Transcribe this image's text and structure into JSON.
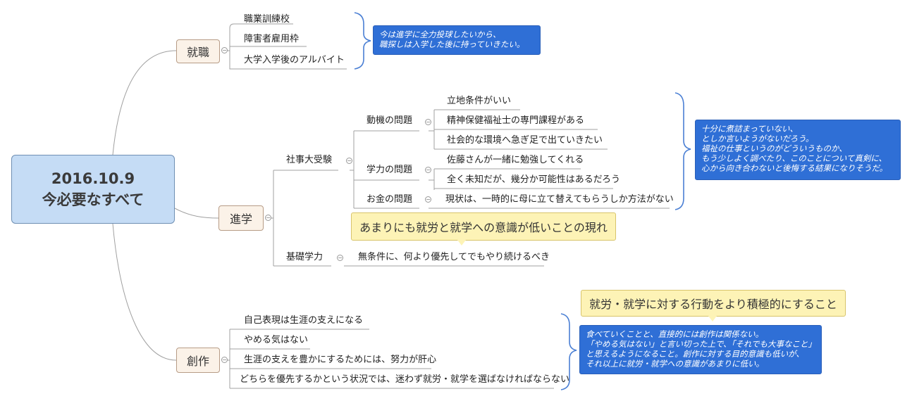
{
  "root": {
    "date": "2016.10.9",
    "title": "今必要なすべて"
  },
  "branches": {
    "shushoku": {
      "label": "就職",
      "items": [
        "職業訓練校",
        "障害者雇用枠",
        "大学入学後のアルバイト"
      ],
      "note": [
        "今は進学に全力投球したいから、",
        "職探しは入学した後に持っていきたい。"
      ]
    },
    "shingaku": {
      "label": "進学",
      "sub1": {
        "label": "社事大受験",
        "groups": [
          {
            "label": "動機の問題",
            "items": [
              "立地条件がいい",
              "精神保健福祉士の専門課程がある",
              "社会的な環境へ急ぎ足で出ていきたい"
            ]
          },
          {
            "label": "学力の問題",
            "items": [
              "佐藤さんが一緒に勉強してくれる",
              "全く未知だが、幾分か可能性はあるだろう"
            ]
          },
          {
            "label": "お金の問題",
            "items": [
              "現状は、一時的に母に立て替えてもらうしか方法がない"
            ]
          }
        ],
        "note": [
          "十分に煮詰まっていない、",
          "としか言いようがないだろう。",
          "福祉の仕事というのがどういうものか、",
          "もう少しよく調べたり、このことについて真剣に、",
          "心から向き合わないと後悔する結果になりそうだ。"
        ],
        "callout": "あまりにも就労と就学への意識が低いことの現れ"
      },
      "sub2": {
        "label": "基礎学力",
        "items": [
          "無条件に、何より優先してでもやり続けるべき"
        ]
      }
    },
    "sousaku": {
      "label": "創作",
      "items": [
        "自己表現は生涯の支えになる",
        "やめる気はない",
        "生涯の支えを豊かにするためには、努力が肝心",
        "どちらを優先するかという状況では、迷わず就労・就学を選ばなければならない"
      ],
      "callout": "就労・就学に対する行動をより積極的にすること",
      "note": [
        "食べていくことと、直接的には創作は関係ない。",
        "「やめる気はない」と言い切った上で、「それでも大事なこと」",
        "と思えるようになること。創作に対する目的意識も低いが、",
        "それ以上に就労・就学への意識があまりに低い。"
      ]
    }
  },
  "colors": {
    "root_fill": "#c5dcf5",
    "branch_fill": "#fbf2e8",
    "note_fill": "#2f6fd6",
    "callout_fill": "#fdf3b6",
    "line": "#999999",
    "brace": "#4a7fd4"
  }
}
